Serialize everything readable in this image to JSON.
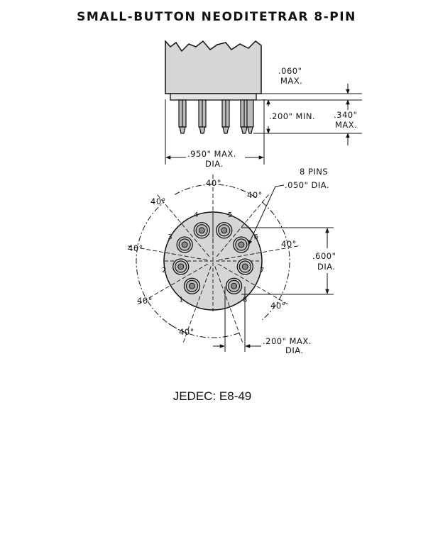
{
  "title": "SMALL-BUTTON NEODITETRAR 8-PIN",
  "caption": "JEDEC: E8-49",
  "side_view": {
    "dim_060": ".060\"",
    "dim_060_sub": "MAX.",
    "dim_200": ".200\" MIN.",
    "dim_340": ".340\"",
    "dim_340_sub": "MAX.",
    "dim_950": ".950\" MAX.",
    "dim_950_sub": "DIA."
  },
  "bottom_view": {
    "pins_label": "8 PINS",
    "pin_dia_label": ".050\" DIA.",
    "angle_label": "40°",
    "dim_600": ".600\"",
    "dim_600_sub": "DIA.",
    "dim_200b": ".200\" MAX.",
    "dim_200b_sub": "DIA.",
    "pin_numbers": [
      "1",
      "2",
      "3",
      "4",
      "5",
      "6",
      "7",
      "8"
    ]
  },
  "colors": {
    "ink": "#111111",
    "body_fill": "#d6d6d6",
    "pin_fill": "#bdbdbd"
  }
}
